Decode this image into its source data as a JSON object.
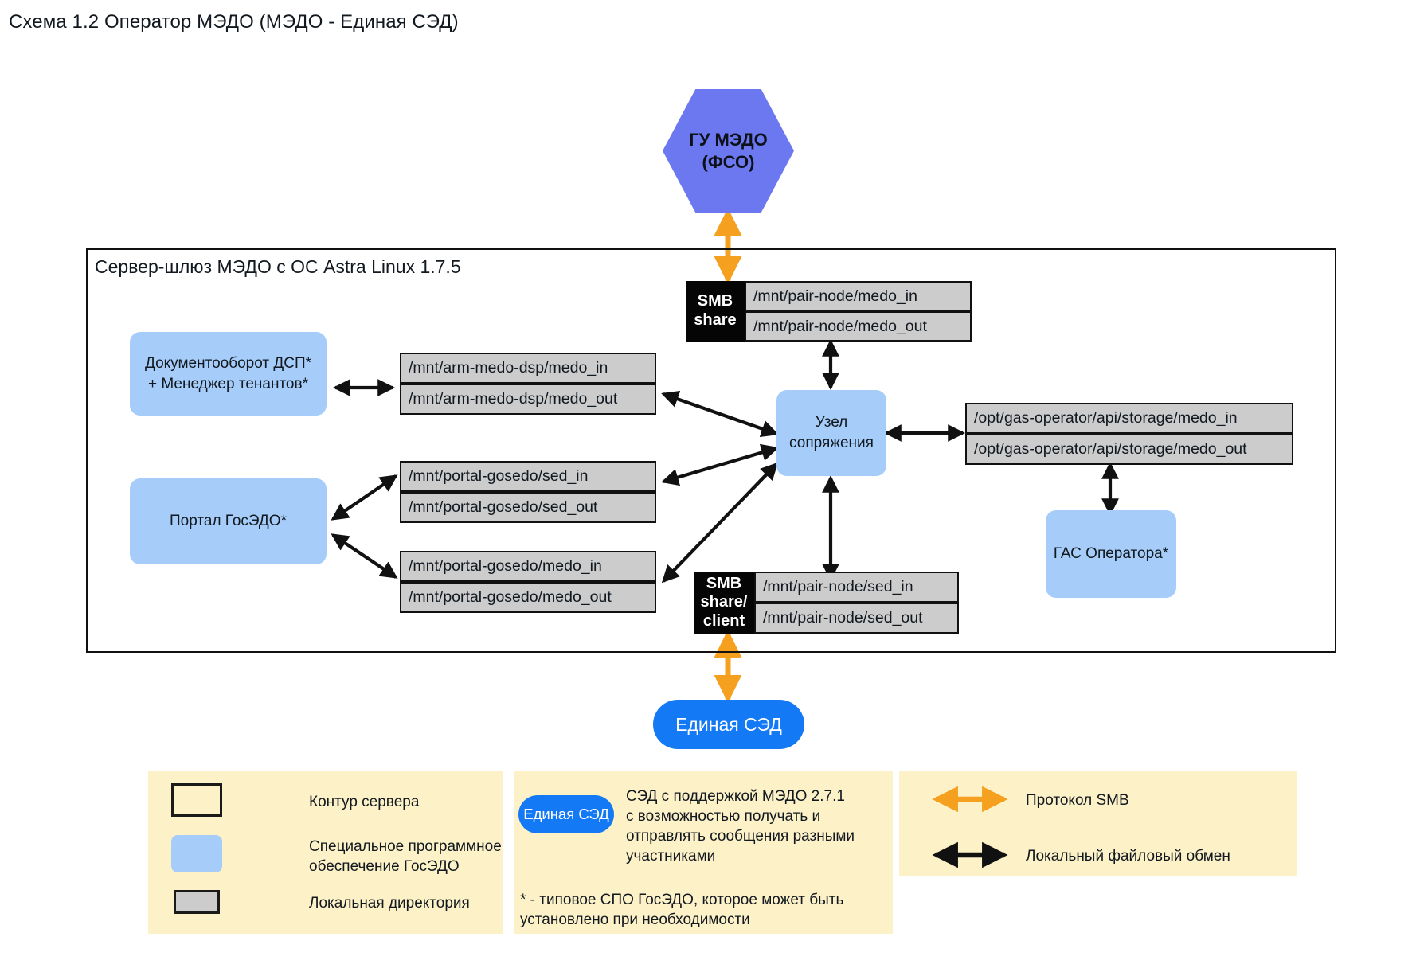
{
  "title": "Схема 1.2 Оператор МЭДО (МЭДО - Единая СЭД)",
  "server": {
    "label": "Сервер-шлюз МЭДО с ОС Astra Linux 1.7.5"
  },
  "nodes": {
    "gu_medo": "ГУ МЭДО\n(ФСО)",
    "gu_medo_line1": "ГУ МЭДО",
    "gu_medo_line2": "(ФСО)",
    "edinaya_sed": "Единая СЭД",
    "doc_dsp_line1": "Документооборот ДСП*",
    "doc_dsp_line2": "+ Менеджер тенантов*",
    "portal": "Портал ГосЭДО*",
    "uzel_line1": "Узел",
    "uzel_line2": "сопряжения",
    "gas_operator": "ГАС Оператора*"
  },
  "smb_top": {
    "label_line1": "SMB",
    "label_line2": "share",
    "paths": [
      "/mnt/pair-node/medo_in",
      "/mnt/pair-node/medo_out"
    ]
  },
  "smb_bottom": {
    "label_line1": "SMB",
    "label_line2": "share/",
    "label_line3": "client",
    "paths": [
      "/mnt/pair-node/sed_in",
      "/mnt/pair-node/sed_out"
    ]
  },
  "directories": {
    "arm_medo_dsp": [
      "/mnt/arm-medo-dsp/medo_in",
      "/mnt/arm-medo-dsp/medo_out"
    ],
    "portal_sed": [
      "/mnt/portal-gosedo/sed_in",
      "/mnt/portal-gosedo/sed_out"
    ],
    "portal_medo": [
      "/mnt/portal-gosedo/medo_in",
      "/mnt/portal-gosedo/medo_out"
    ],
    "gas_storage": [
      "/opt/gas-operator/api/storage/medo_in",
      "/opt/gas-operator/api/storage/medo_out"
    ]
  },
  "legend": {
    "panel1": [
      {
        "swatch": "outline-rect",
        "text": "Контур сервера"
      },
      {
        "swatch": "blue-rounded-rect",
        "text": "Специальное программное\nобеспечение ГосЭДО"
      },
      {
        "swatch": "gray-rect",
        "text": "Локальная директория"
      }
    ],
    "panel1_items": {
      "item1": "Контур сервера",
      "item2_line1": "Специальное программное",
      "item2_line2": "обеспечение ГосЭДО",
      "item3": "Локальная директория"
    },
    "panel2": {
      "pill_label": "Единая СЭД",
      "desc_line1": "СЭД с поддержкой МЭДО 2.7.1",
      "desc_line2": "с возможностью получать и",
      "desc_line3": "отправлять сообщения разными",
      "desc_line4": "участниками",
      "note_line1": "* - типовое СПО ГосЭДО, которое может быть",
      "note_line2": "установлено при необходимости"
    },
    "panel3": {
      "item1": "Протокол SMB",
      "item2": "Локальный файловый обмен"
    }
  },
  "colors": {
    "smb_arrow": "#f5a01e",
    "local_arrow": "#111111",
    "software_blue": "#a6cdf9",
    "hex_blue": "#6b78f0",
    "pill_blue": "#1479f5",
    "directory_gray": "#cccccc",
    "legend_bg": "#fdf1c8",
    "smb_label_bg": "#050505"
  }
}
